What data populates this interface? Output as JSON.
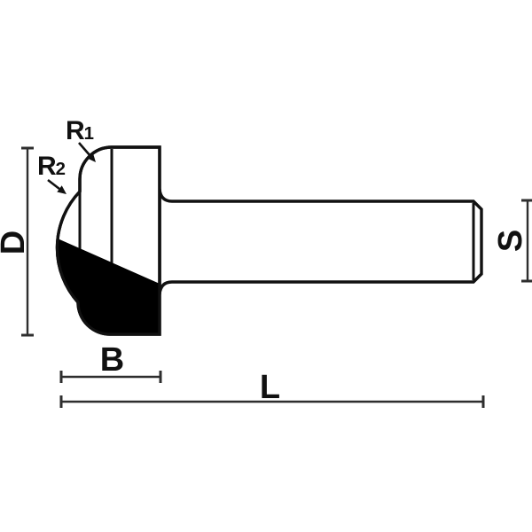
{
  "labels": {
    "r1_base": "R",
    "r1_sub": "1",
    "r2_base": "R",
    "r2_sub": "2",
    "diameter": "D",
    "shank_diameter": "S",
    "cut_width": "B",
    "overall_length": "L"
  },
  "colors": {
    "ink": "#111111",
    "flute_fill": "#000000",
    "dim_line": "#2e2e2e",
    "background": "#ffffff"
  }
}
